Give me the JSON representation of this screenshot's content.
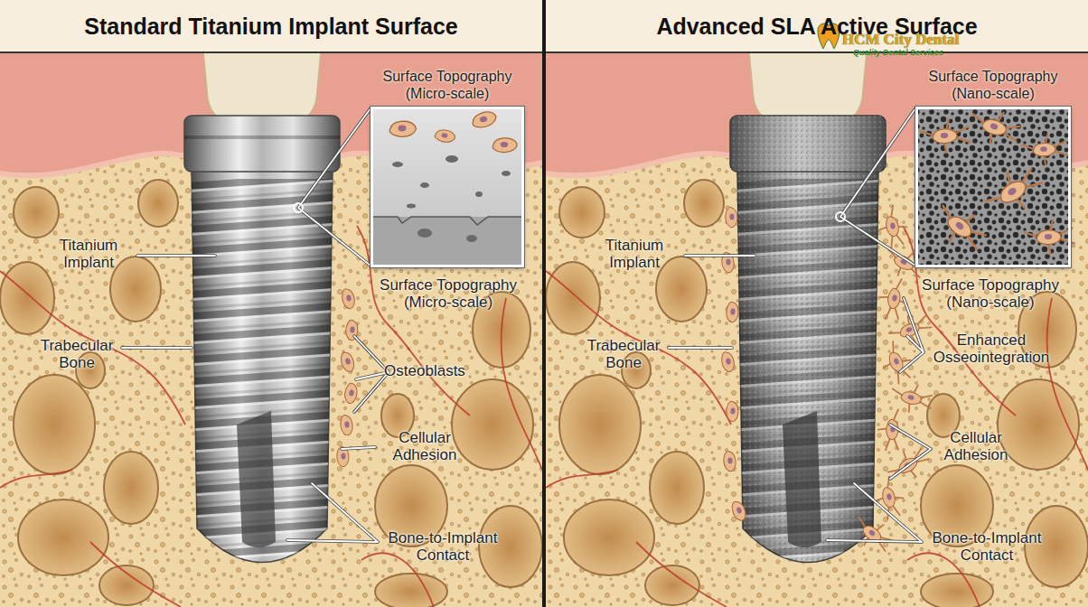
{
  "diagram": {
    "nodes": [
      {
        "text": [
          "Standard Titanium Implant Surface"
        ]
      },
      {
        "text": [
          "Surface Topography (Micro-scale)"
        ],
        "in": 0
      },
      {
        "text": [
          "Advanced SLA Active Surface"
        ]
      },
      {
        "text": [
          "Surface Topography (Nano-scale)"
        ],
        "in": 2
      }
    ],
    "labels": [
      "Surface Topography (Micro-scale)",
      "Titanium Implant",
      "Trabecular Bone",
      "Osteoblasts",
      "Cellular Adhesion",
      "Bone-to-Implant Contact",
      "Surface Topography (Nano-scale)",
      "Titanium Implant",
      "Trabecular Bone",
      "Enhanced Osseointegration",
      "Cellular Adhesion",
      "Bone-to-Implant Contact",
      "HCM City Dental",
      "Quality Dental Services"
    ]
  }
}
